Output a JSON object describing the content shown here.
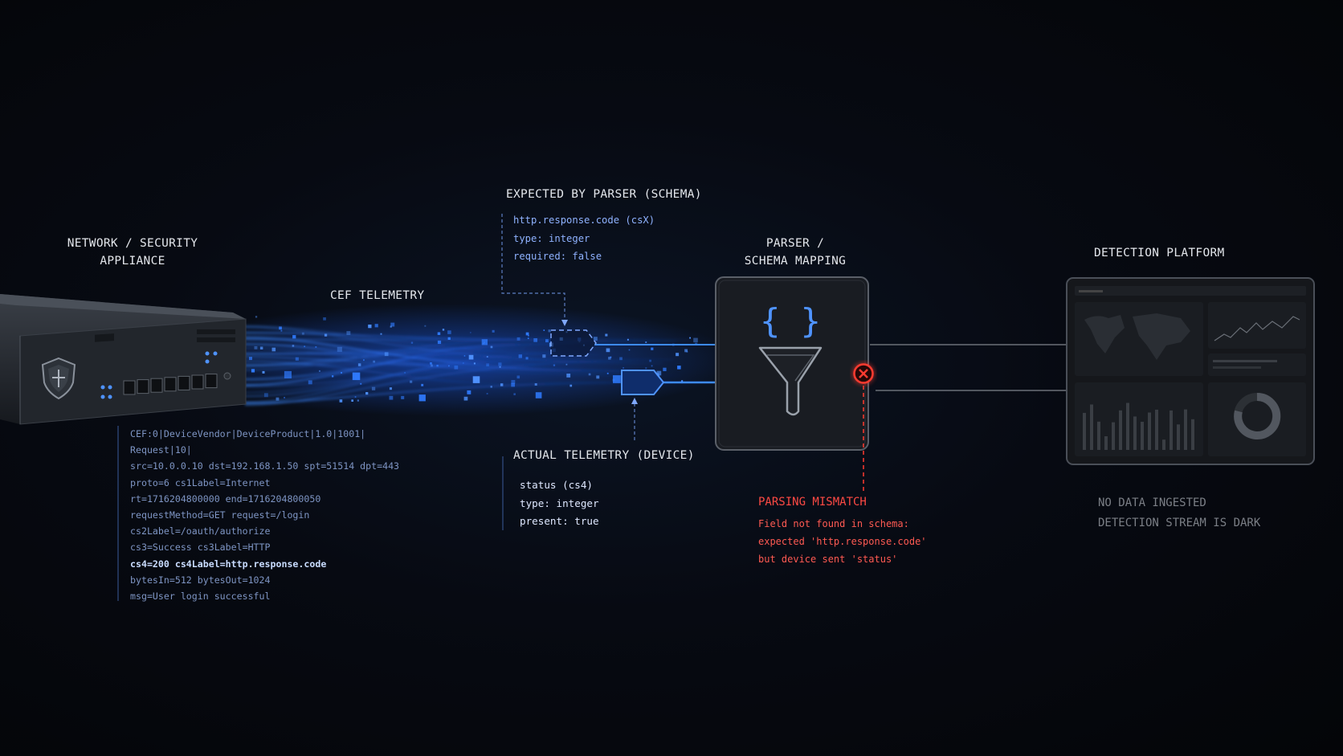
{
  "colors": {
    "background": "#05070c",
    "telemetry_blue": "#2f7bff",
    "schema_blue": "#8fb2ff",
    "error_red": "#ff3b30",
    "panel_border": "#4a4f58",
    "muted_text": "#7b7f86"
  },
  "appliance": {
    "title_lines": [
      "NETWORK / SECURITY",
      "APPLIANCE"
    ],
    "icon": "shield-icon"
  },
  "telemetry": {
    "title": "CEF TELEMETRY",
    "log_lines": [
      "CEF:0|DeviceVendor|DeviceProduct|1.0|1001|",
      "Request|10|",
      "src=10.0.0.10 dst=192.168.1.50 spt=51514 dpt=443",
      "proto=6 cs1Label=Internet",
      "rt=1716204800000 end=1716204800050",
      "requestMethod=GET request=/login",
      "cs2Label=/oauth/authorize",
      "cs3=Success cs3Label=HTTP",
      "cs4=200 cs4Label=http.response.code",
      "bytesIn=512 bytesOut=1024",
      "msg=User login successful"
    ]
  },
  "schema": {
    "title": "EXPECTED BY PARSER (SCHEMA)",
    "fields": [
      "http.response.code (csX)",
      "type: integer",
      "required: false"
    ]
  },
  "device": {
    "title": "ACTUAL TELEMETRY (DEVICE)",
    "fields": [
      "status (cs4)",
      "type: integer",
      "present: true"
    ]
  },
  "parser": {
    "title_lines": [
      "PARSER /",
      "SCHEMA MAPPING"
    ],
    "icons": [
      "braces-icon",
      "funnel-icon"
    ]
  },
  "mismatch": {
    "title": "PARSING MISMATCH",
    "detail_lines": [
      "Field not found in schema:",
      "expected 'http.response.code'",
      "but device sent 'status'"
    ],
    "icon": "error-x-icon"
  },
  "platform": {
    "title": "DETECTION PLATFORM",
    "status_lines": [
      "NO DATA INGESTED",
      "DETECTION STREAM IS DARK"
    ]
  }
}
